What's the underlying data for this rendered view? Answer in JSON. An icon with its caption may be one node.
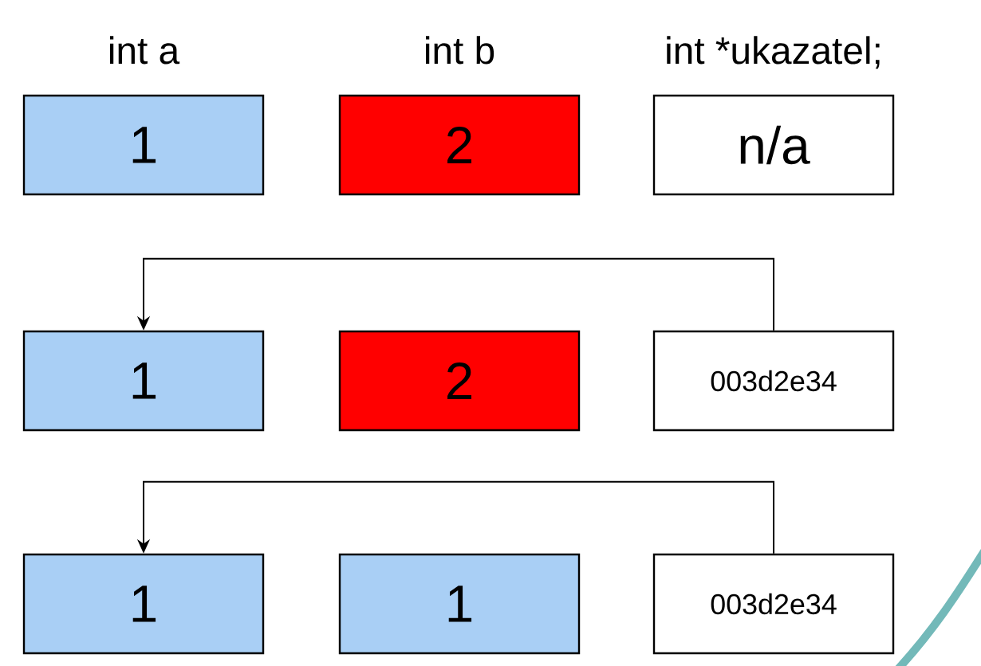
{
  "diagram": {
    "nodes": [
      {
        "text": [
          "int a",
          "1"
        ]
      },
      {
        "text": [
          "int b",
          "2"
        ]
      },
      {
        "text": [
          "int *ukazatel;",
          "n/a"
        ]
      },
      {
        "text": [
          "1"
        ]
      },
      {
        "text": [
          "2"
        ]
      },
      {
        "text": [
          "003d2e34"
        ]
      },
      {
        "text": [
          "1"
        ]
      },
      {
        "text": [
          "1"
        ]
      },
      {
        "text": [
          "003d2e34"
        ]
      }
    ],
    "edges": [
      {
        "from": 5,
        "to": 3,
        "arrow": "to"
      },
      {
        "from": 8,
        "to": 6,
        "arrow": "to"
      }
    ]
  }
}
